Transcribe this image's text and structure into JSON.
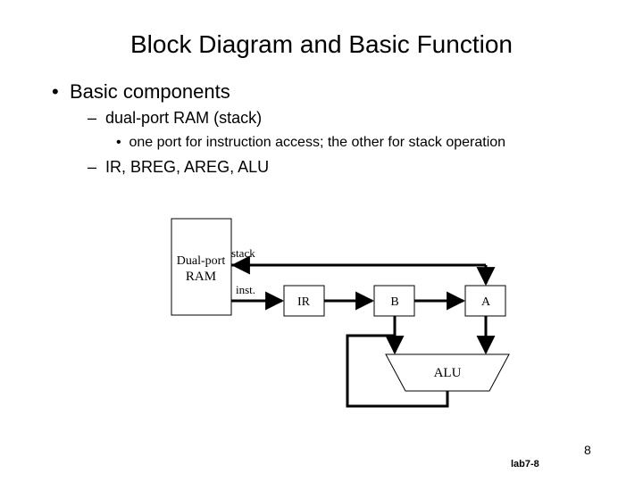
{
  "slide": {
    "title": "Block Diagram and Basic Function",
    "bullet_l1": "Basic components",
    "bullet_l2a": "dual-port RAM (stack)",
    "bullet_l3": "one port for instruction access; the other for stack operation",
    "bullet_l2b": "IR, BREG, AREG, ALU",
    "bullet_l1_marker": "•",
    "bullet_l2_marker": "–",
    "bullet_l3_marker": "•",
    "footer_label": "lab7-8",
    "page_number": "8"
  },
  "diagram": {
    "ram_label_1": "Dual-port",
    "ram_label_2": "RAM",
    "stack_port": "stack",
    "inst_port": "inst.",
    "ir": "IR",
    "breg": "B",
    "areg": "A",
    "alu": "ALU"
  }
}
